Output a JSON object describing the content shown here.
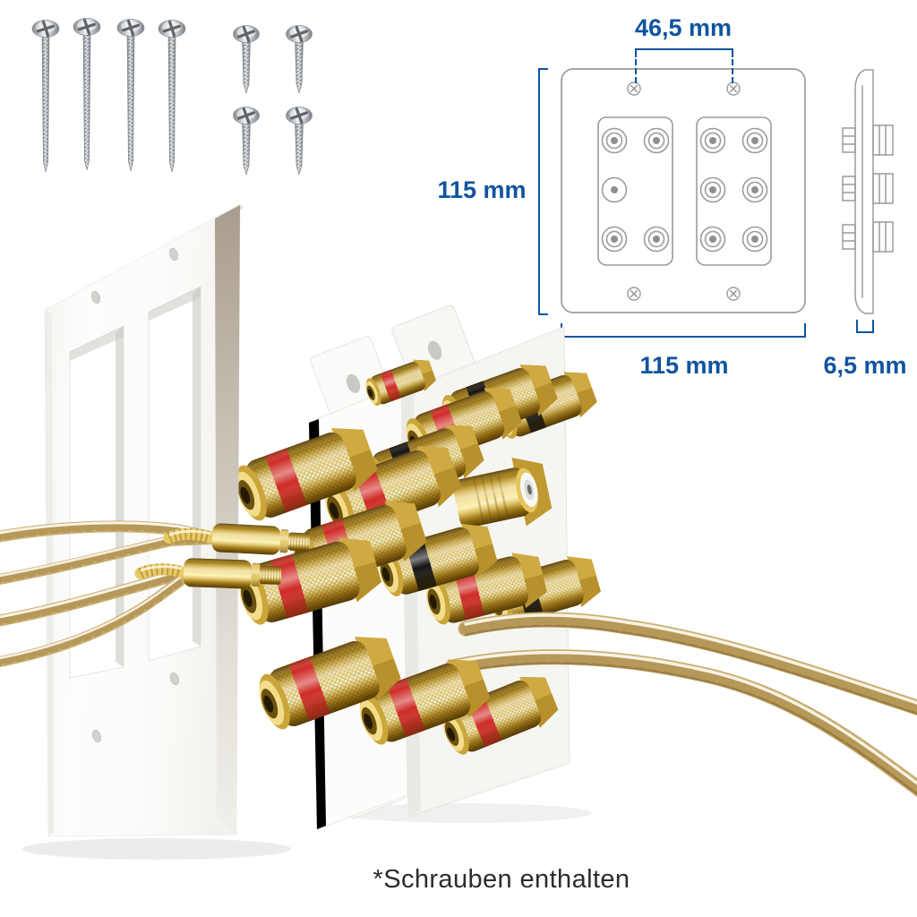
{
  "product_scene": {
    "caption": "*Schrauben enthalten",
    "screws": {
      "long_screw_count": 4,
      "short_screw_count": 4,
      "type": "phillips-pan-head"
    },
    "diagram": {
      "hole_spacing_label": "46,5 mm",
      "height_label": "115 mm",
      "width_label": "115 mm",
      "depth_label": "6,5 mm",
      "accent_color": "#10549f",
      "outline_color": "#9b9b9b"
    },
    "render": {
      "plate_color": "#fdfdfc",
      "connector_gold": "#d9b548",
      "band_red": "#cf2b26",
      "band_black": "#141414",
      "wire_color": "#c9af72"
    }
  }
}
